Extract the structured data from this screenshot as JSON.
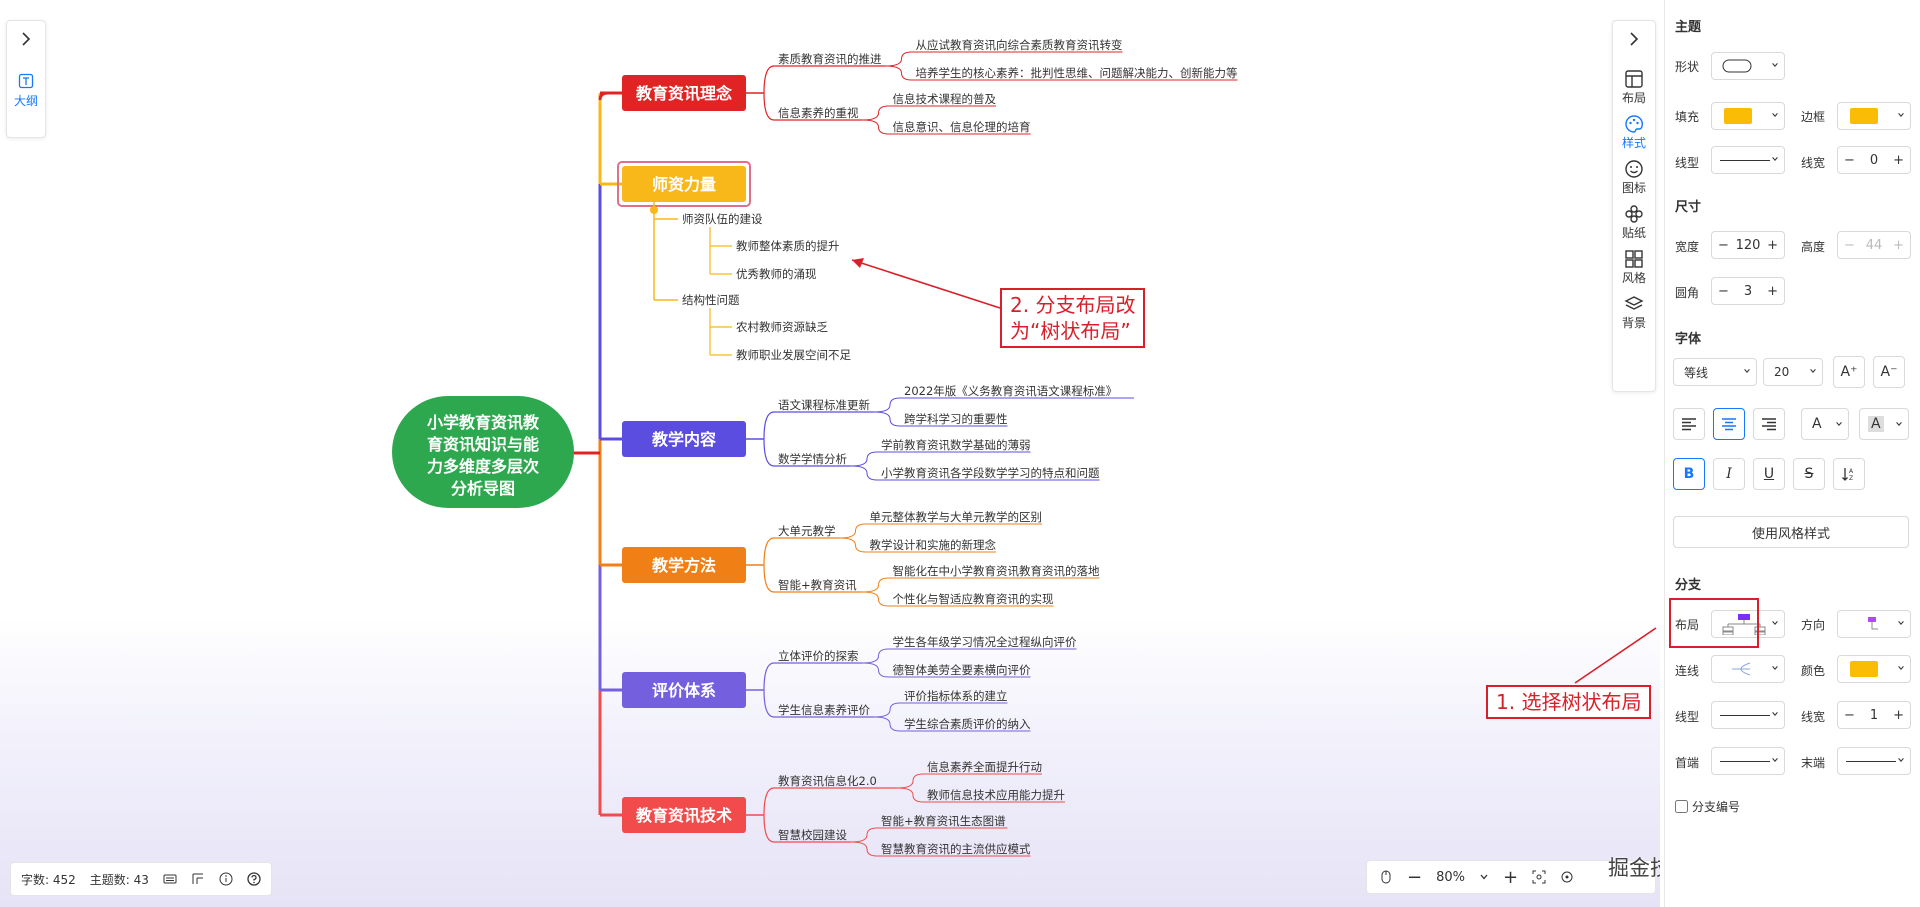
{
  "mindmap": {
    "root": "小学教育资讯教育资讯知识与能力多维度多层次分析导图",
    "branches": [
      {
        "title": "教育资讯理念",
        "color": "#e02424",
        "subs": [
          {
            "label": "素质教育资讯的推进",
            "leaves": [
              "从应试教育资讯向综合素质教育资讯转变",
              "培养学生的核心素养：批判性思维、问题解决能力、创新能力等"
            ]
          },
          {
            "label": "信息素养的重视",
            "leaves": [
              "信息技术课程的普及",
              "信息意识、信息伦理的培育"
            ]
          }
        ]
      },
      {
        "title": "师资力量",
        "color": "#f9b81a",
        "subs": [
          {
            "label": "师资队伍的建设",
            "leaves": [
              "教师整体素质的提升",
              "优秀教师的涌现"
            ]
          },
          {
            "label": "结构性问题",
            "leaves": [
              "农村教师资源缺乏",
              "教师职业发展空间不足"
            ]
          }
        ]
      },
      {
        "title": "教学内容",
        "color": "#5b4de0",
        "subs": [
          {
            "label": "语文课程标准更新",
            "leaves": [
              "2022年版《义务教育资讯语文课程标准》",
              "跨学科学习的重要性"
            ]
          },
          {
            "label": "数学学情分析",
            "leaves": [
              "学前教育资讯数学基础的薄弱",
              "小学教育资讯各学段数学学习的特点和问题"
            ]
          }
        ]
      },
      {
        "title": "教学方法",
        "color": "#f07f16",
        "subs": [
          {
            "label": "大单元教学",
            "leaves": [
              "单元整体教学与大单元教学的区别",
              "教学设计和实施的新理念"
            ]
          },
          {
            "label": "智能+教育资讯",
            "leaves": [
              "智能化在中小学教育资讯教育资讯的落地",
              "个性化与智适应教育资讯的实现"
            ]
          }
        ]
      },
      {
        "title": "评价体系",
        "color": "#7460df",
        "subs": [
          {
            "label": "立体评价的探索",
            "leaves": [
              "学生各年级学习情况全过程纵向评价",
              "德智体美劳全要素横向评价"
            ]
          },
          {
            "label": "学生信息素养评价",
            "leaves": [
              "评价指标体系的建立",
              "学生综合素质评价的纳入"
            ]
          }
        ]
      },
      {
        "title": "教育资讯技术",
        "color": "#f14b4b",
        "subs": [
          {
            "label": "教育资讯信息化2.0",
            "leaves": [
              "信息素养全面提升行动",
              "教师信息技术应用能力提升"
            ]
          },
          {
            "label": "智慧校园建设",
            "leaves": [
              "智能+教育资讯生态图谱",
              "智慧教育资讯的主流供应模式"
            ]
          }
        ]
      }
    ]
  },
  "left_panel": {
    "outline_label": "大纲"
  },
  "right_toolbar": {
    "items": [
      "布局",
      "样式",
      "图标",
      "贴纸",
      "风格",
      "背景"
    ]
  },
  "status": {
    "words": "字数: 452",
    "topics": "主题数: 43"
  },
  "zoom": {
    "value": "80%"
  },
  "annotations": {
    "a1": "1. 选择树状布局",
    "a2_line1": "2. 分支布局改",
    "a2_line2": "为“树状布局”"
  },
  "watermark": "掘金技术社区 @ 图形天下",
  "panel": {
    "topic_title": "主题",
    "shape": "形状",
    "fill": "填充",
    "border": "边框",
    "linetype": "线型",
    "linewidth": "线宽",
    "linewidth_value": "0",
    "size_title": "尺寸",
    "width": "宽度",
    "width_value": "120",
    "height": "高度",
    "height_value": "44",
    "radius": "圆角",
    "radius_value": "3",
    "font_title": "字体",
    "font_name": "等线",
    "font_size": "20",
    "apply_style": "使用风格样式",
    "branch_title": "分支",
    "layout": "布局",
    "direction": "方向",
    "connector": "连线",
    "color": "颜色",
    "b_linetype": "线型",
    "b_linewidth": "线宽",
    "b_linewidth_value": "1",
    "head": "首端",
    "tail": "末端",
    "branch_number": "分支编号"
  },
  "colors": {
    "accent": "#1677ff",
    "fill_swatch": "#fbbc05",
    "root": "#2ea84f",
    "annot": "#d9202a"
  }
}
